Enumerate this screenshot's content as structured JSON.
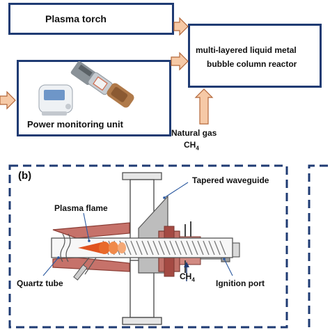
{
  "flowchart": {
    "plasma_torch": "Plasma torch",
    "reactor_line1": "multi-layered liquid metal",
    "reactor_line2": "bubble column reactor",
    "power_monitoring": "Power monitoring unit",
    "natural_gas": "Natural gas",
    "ch4_main": "CH",
    "ch4_sub": "4"
  },
  "panel_b": {
    "tag": "(b)",
    "tapered_waveguide": "Tapered waveguide",
    "plasma_flame": "Plasma flame",
    "quartz_tube": "Quartz tube",
    "ch4_main": "CH",
    "ch4_sub": "4",
    "ignition_port": "Ignition port"
  },
  "colors": {
    "box_border": "#1f3b73",
    "arrow_fill": "#f6c9a6",
    "arrow_stroke": "#b3673a",
    "torch_red": "#b4564c",
    "flame": "#e0531f"
  }
}
